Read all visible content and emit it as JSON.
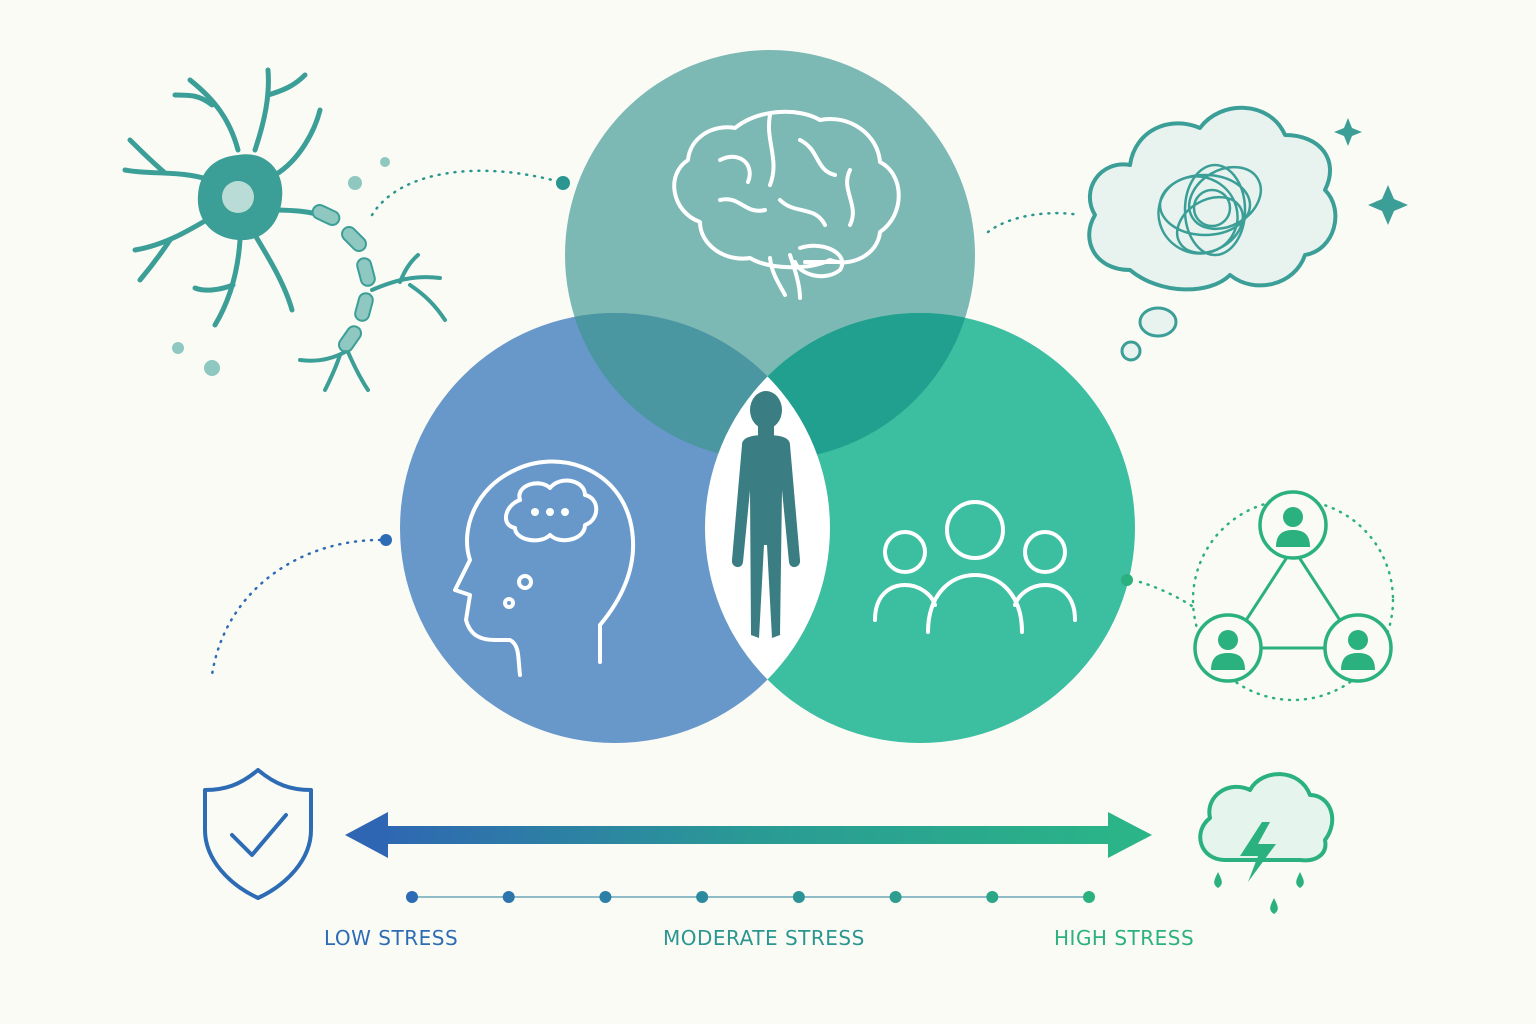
{
  "scale": {
    "labels": {
      "low": "LOW STRESS",
      "moderate": "MODERATE STRESS",
      "high": "HIGH STRESS"
    },
    "tick_count": 8
  },
  "circles": {
    "biological": {
      "icon": "brain-icon",
      "color": "#5fa9a5"
    },
    "psychological": {
      "icon": "thinking-head-icon",
      "color": "#5b8fc6"
    },
    "social": {
      "icon": "group-of-people-icon",
      "color": "#21b594"
    }
  },
  "center": {
    "icon": "person-silhouette-icon",
    "color": "#3a7d82"
  },
  "colors": {
    "low": "#2d6cb5",
    "moderate": "#2a968f",
    "high": "#2bb07f",
    "neuron": "#3c9f97",
    "background": "#fbfbf6"
  }
}
